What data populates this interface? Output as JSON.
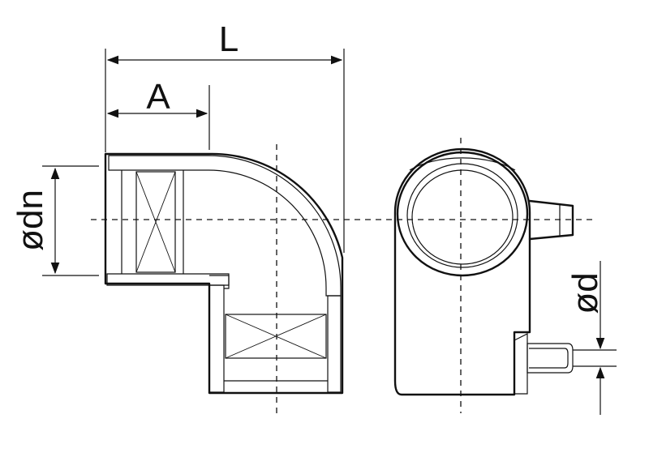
{
  "labels": {
    "length": "L",
    "socket_depth": "A",
    "outer_diameter": "ødn",
    "terminal_diameter": "ød"
  },
  "colors": {
    "line": "#111111",
    "background": "#ffffff"
  }
}
